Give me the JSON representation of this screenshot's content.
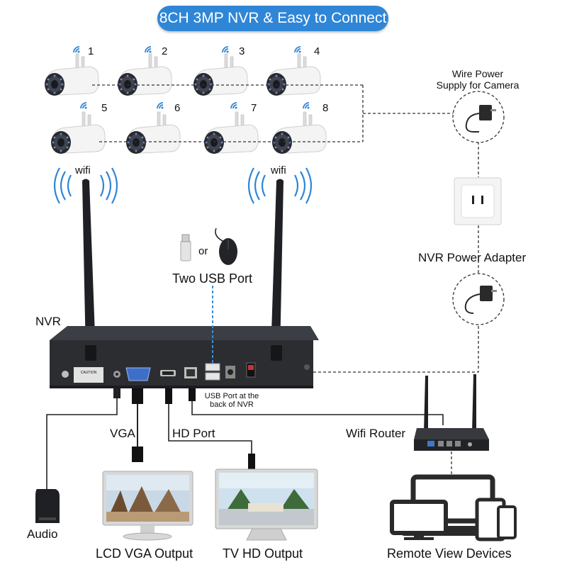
{
  "title": "8CH 3MP NVR & Easy to Connect",
  "cameras": [
    {
      "number": "1"
    },
    {
      "number": "2"
    },
    {
      "number": "3"
    },
    {
      "number": "4"
    },
    {
      "number": "5"
    },
    {
      "number": "6"
    },
    {
      "number": "7"
    },
    {
      "number": "8"
    }
  ],
  "labels": {
    "wifi_left": "wifi",
    "wifi_right": "wifi",
    "wire_power_line1": "Wire Power",
    "wire_power_line2": "Supply for Camera",
    "usb_or": "or",
    "two_usb_port": "Two USB Port",
    "nvr": "NVR",
    "nvr_power_adapter": "NVR Power Adapter",
    "usb_back_line1": "USB Port at the",
    "usb_back_line2": "back of NVR",
    "vga": "VGA",
    "hd_port": "HD Port",
    "wifi_router": "Wifi Router",
    "audio": "Audio",
    "lcd_vga_output": "LCD VGA Output",
    "tv_hd_output": "TV HD Output",
    "remote_view_devices": "Remote View Devices",
    "caution": "CAUTION"
  },
  "colors": {
    "title_bg": "#2f86d6",
    "wifi_blue": "#2f86d6",
    "usb_dashed": "#3a8fd8",
    "nvr_body": "#2b2d31"
  },
  "icons": [
    "wifi-signal-icon",
    "usb-stick-icon",
    "mouse-icon",
    "power-outlet-icon",
    "power-adapter-icon",
    "speaker-icon",
    "monitor-icon",
    "tv-icon",
    "router-icon",
    "laptop-icon",
    "tablet-icon",
    "phone-icon"
  ]
}
